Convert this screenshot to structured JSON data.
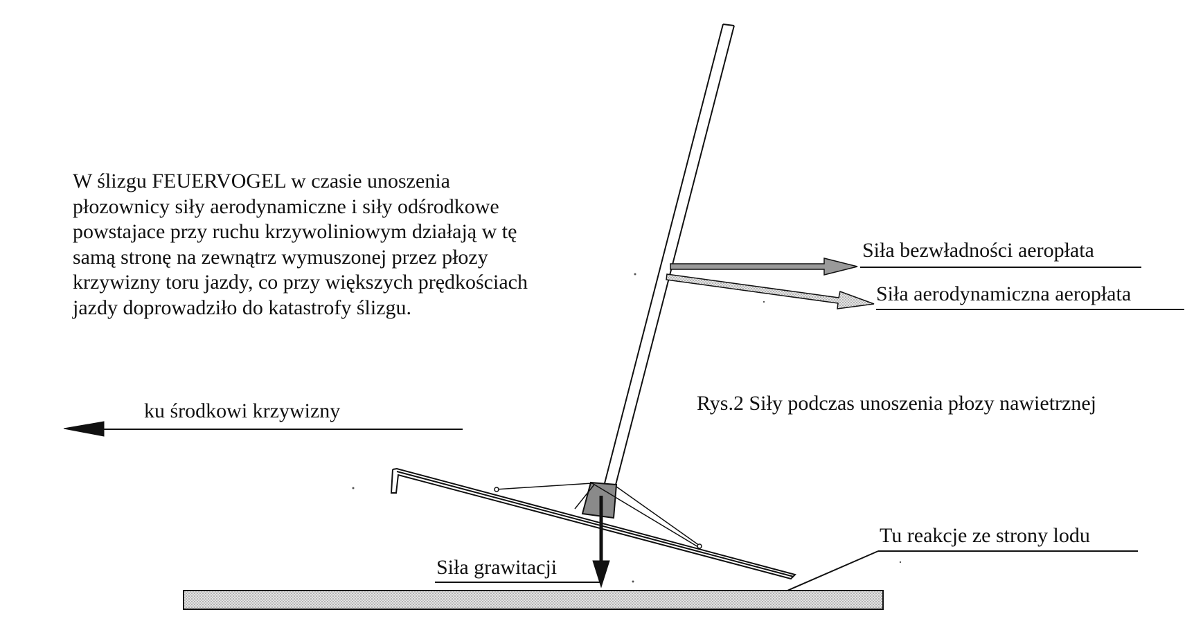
{
  "description_text": [
    "W ślizgu FEUERVOGEL  w  czasie unoszenia",
    "płozownicy  siły aerodynamiczne  i siły odśrodkowe",
    "powstajace przy ruchu krzywoliniowym  działają w tę",
    "samą stronę na zewnątrz wymuszonej przez płozy",
    "krzywizny toru jazdy, co przy większych prędkościach",
    "jazdy doprowadziło do katastrofy ślizgu."
  ],
  "labels": {
    "inertia_force": "Siła bezwładności aeropłata",
    "aero_force": "Siła aerodynamiczna aeropłata",
    "caption": "Rys.2  Siły podczas unoszenia płozy nawietrznej",
    "curve_center": "ku środkowi krzywizny",
    "ice_reaction": "Tu reakcje ze strony lodu",
    "gravity": "Siła grawitacji"
  },
  "colors": {
    "ink": "#111111",
    "arrow_fill": "#9a9a9a",
    "ground_fill": "#cfcfcf",
    "mast_block": "#8a8a8a"
  }
}
